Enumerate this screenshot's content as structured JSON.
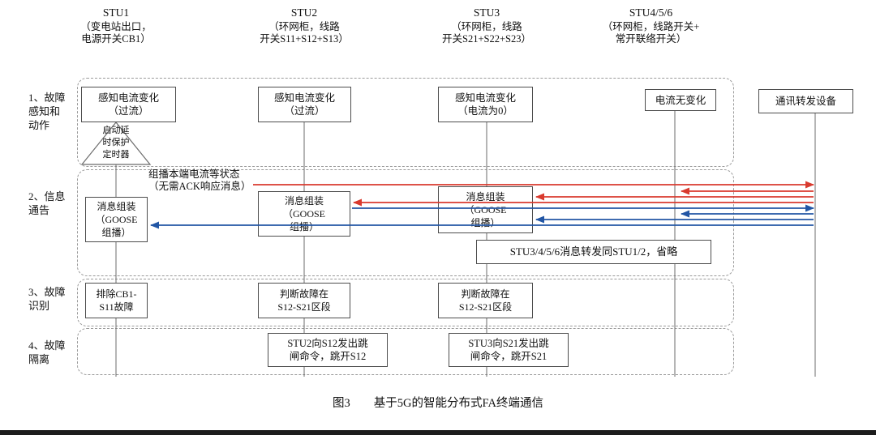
{
  "header": {
    "lifelines": [
      {
        "name": "STU1",
        "desc": "（变电站出口，\n电源开关CB1）"
      },
      {
        "name": "STU2",
        "desc": "（环网柜，线路\n开关S11+S12+S13）"
      },
      {
        "name": "STU3",
        "desc": "（环网柜，线路\n开关S21+S22+S23）"
      },
      {
        "name": "STU4/5/6",
        "desc": "（环网柜，线路开关+\n常开联络开关）"
      }
    ],
    "forwarder_box": "通讯转发设备"
  },
  "stages": [
    {
      "label": "1、故障\n感知和\n动作"
    },
    {
      "label": "2、信息\n通告"
    },
    {
      "label": "3、故障\n识别"
    },
    {
      "label": "4、故障\n隔离"
    }
  ],
  "stage1": {
    "stu1_box": "感知电流变化\n（过流）",
    "stu2_box": "感知电流变化\n（过流）",
    "stu3_box": "感知电流变化\n（电流为0）",
    "stu456_box": "电流无变化",
    "timer_note": "启动延\n时保护\n定时器"
  },
  "stage2": {
    "multicast_note": "组播本端电流等状态\n（无需ACK响应消息）",
    "stu1_box": "消息组装\n（GOOSE\n组播）",
    "stu2_box": "消息组装\n（GOOSE\n组播）",
    "stu3_box": "消息组装\n（GOOSE\n组播）",
    "omit_note": "STU3/4/5/6消息转发同STU1/2，省略"
  },
  "stage3": {
    "stu1_box": "排除CB1-\nS11故障",
    "stu2_box": "判断故障在\nS12-S21区段",
    "stu3_box": "判断故障在\nS12-S21区段"
  },
  "stage4": {
    "stu2_box": "STU2向S12发出跳\n闸命令，跳开S12",
    "stu3_box": "STU3向S21发出跳\n闸命令，跳开S21"
  },
  "caption": "图3　　基于5G的智能分布式FA终端通信",
  "colors": {
    "arrow_red": "#d93a2e",
    "arrow_blue": "#2256a5",
    "line": "#6b6b6b",
    "box_border": "#4d4d4d",
    "band_border": "#9a9a9a",
    "text": "#101010"
  }
}
